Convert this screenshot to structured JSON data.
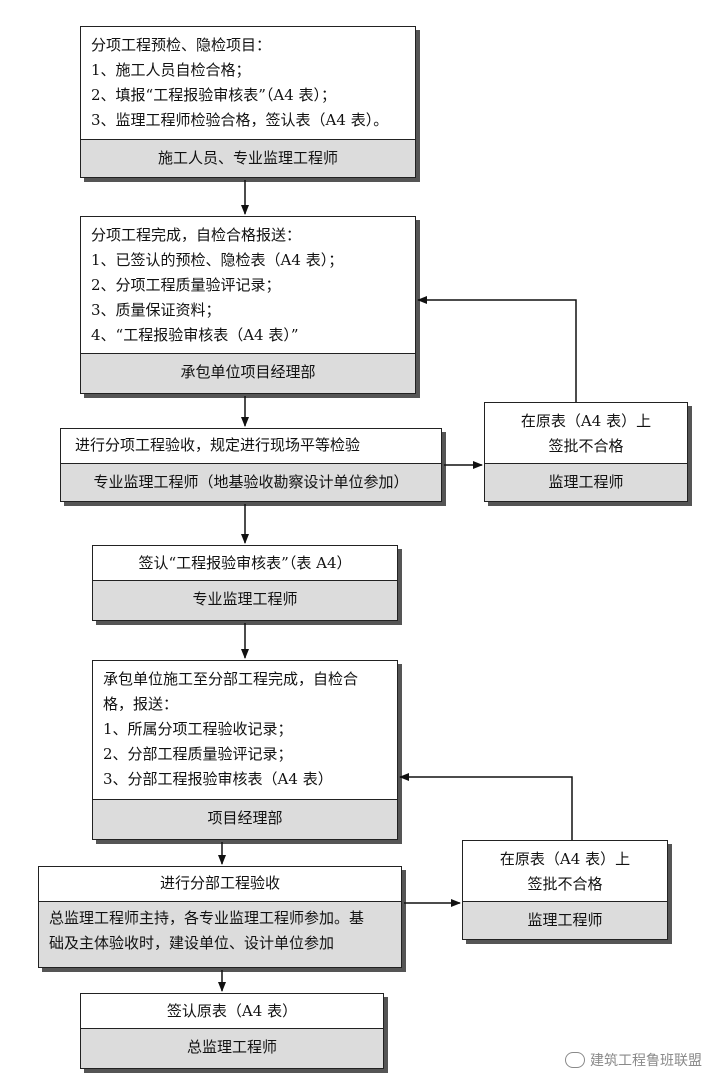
{
  "box1": {
    "lines": [
      "分项工程预检、隐检项目：",
      "1、施工人员自检合格；",
      "2、填报“工程报验审核表”（A4 表）；",
      "3、监理工程师检验合格，签认表（A4 表）。"
    ],
    "role": "施工人员、专业监理工程师"
  },
  "box2": {
    "lines": [
      "分项工程完成，自检合格报送：",
      "1、已签认的预检、隐检表（A4 表）；",
      "2、分项工程质量验评记录；",
      "3、质量保证资料；",
      "4、“工程报验审核表（A4 表）”"
    ],
    "role": "承包单位项目经理部"
  },
  "box3": {
    "lines": [
      "进行分项工程验收，规定进行现场平等检验"
    ],
    "role": "专业监理工程师（地基验收勘察设计单位参加）"
  },
  "reject1": {
    "lines": [
      "在原表（A4 表）上",
      "签批不合格"
    ],
    "role": "监理工程师"
  },
  "box4": {
    "lines": [
      "签认“工程报验审核表”（表 A4）"
    ],
    "role": "专业监理工程师"
  },
  "box5": {
    "lines": [
      "承包单位施工至分部工程完成，自检合",
      "格，报送：",
      "1、所属分项工程验收记录；",
      "2、分部工程质量验评记录；",
      "3、分部工程报验审核表（A4 表）"
    ],
    "role": "项目经理部"
  },
  "box6": {
    "lines": [
      "进行分部工程验收"
    ],
    "role_lines": [
      "总监理工程师主持，各专业监理工程师参加。基",
      "础及主体验收时，建设单位、设计单位参加"
    ]
  },
  "reject2": {
    "lines": [
      "在原表（A4 表）上",
      "签批不合格"
    ],
    "role": "监理工程师"
  },
  "box7": {
    "lines": [
      "签认原表（A4 表）"
    ],
    "role": "总监理工程师"
  },
  "watermark": {
    "text": "建筑工程鲁班联盟",
    "icon": "wechat-icon"
  }
}
